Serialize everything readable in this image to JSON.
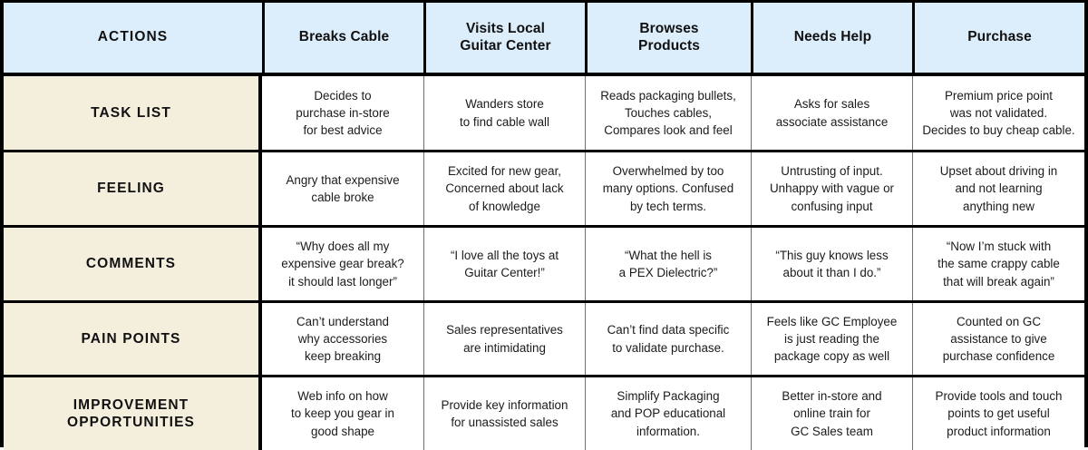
{
  "table": {
    "row_label_header": "ACTIONS",
    "column_headers": [
      "Breaks Cable",
      "Visits Local\nGuitar Center",
      "Browses\nProducts",
      "Needs Help",
      "Purchase"
    ],
    "row_labels": [
      "TASK LIST",
      "FEELING",
      "COMMENTS",
      "PAIN POINTS",
      "IMPROVEMENT\nOPPORTUNITIES"
    ],
    "rows": [
      {
        "label": "TASK LIST",
        "cells": [
          "Decides to\npurchase in-store\nfor best advice",
          "Wanders store\nto find cable wall",
          "Reads packaging bullets,\nTouches cables,\nCompares look and feel",
          "Asks for sales\nassociate assistance",
          "Premium price point\nwas not validated.\nDecides to buy cheap cable."
        ]
      },
      {
        "label": "FEELING",
        "cells": [
          "Angry that expensive\ncable broke",
          "Excited for new gear,\nConcerned about lack\nof knowledge",
          "Overwhelmed by too\nmany options. Confused\nby tech terms.",
          "Untrusting of input.\nUnhappy with vague or\nconfusing input",
          "Upset about driving in\nand not learning\nanything new"
        ]
      },
      {
        "label": "COMMENTS",
        "cells": [
          "“Why does all my\nexpensive gear break?\nit should last longer”",
          "“I love all the toys at\nGuitar Center!”",
          "“What the hell is\na PEX Dielectric?”",
          "“This guy knows less\nabout it than I do.”",
          "“Now I’m stuck with\nthe same crappy cable\nthat will break again”"
        ]
      },
      {
        "label": "PAIN POINTS",
        "cells": [
          "Can’t understand\nwhy accessories\nkeep breaking",
          "Sales representatives\nare intimidating",
          "Can’t find data specific\nto validate purchase.",
          "Feels like GC Employee\nis just reading the\npackage copy as well",
          "Counted on GC\nassistance to give\npurchase confidence"
        ]
      },
      {
        "label": "IMPROVEMENT\nOPPORTUNITIES",
        "cells": [
          "Web info on how\nto keep you gear in\ngood shape",
          "Provide key information\nfor unassisted sales",
          "Simplify Packaging\nand POP educational\ninformation.",
          "Better in-store and\nonline train for\nGC Sales team",
          "Provide tools and touch\npoints to get useful\nproduct information"
        ]
      }
    ]
  },
  "colors": {
    "header_background": "#dcedfb",
    "label_background": "#f4eedd",
    "cell_background": "#ffffff",
    "border_strong": "#000000",
    "border_light": "#6f6f6f",
    "text": "#111111"
  }
}
